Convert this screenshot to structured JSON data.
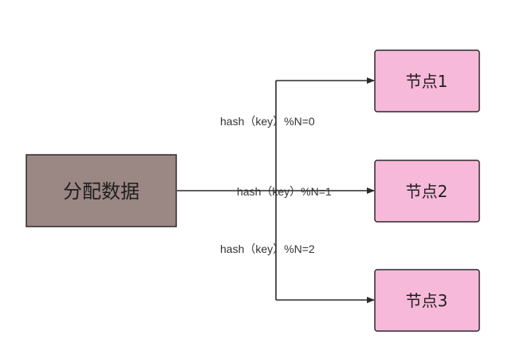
{
  "source": {
    "label": "分配数据",
    "fill": "#9b8884",
    "stroke": "#2b2b2b"
  },
  "nodes": [
    {
      "label": "节点1"
    },
    {
      "label": "节点2"
    },
    {
      "label": "节点3"
    }
  ],
  "node_style": {
    "fill": "#f7b9da",
    "stroke": "#2b2b2b"
  },
  "edges": [
    {
      "label": "hash（key）%N=0"
    },
    {
      "label": "hash（key）%N=1"
    },
    {
      "label": "hash（key）%N=2"
    }
  ],
  "line_color": "#2b2b2b"
}
